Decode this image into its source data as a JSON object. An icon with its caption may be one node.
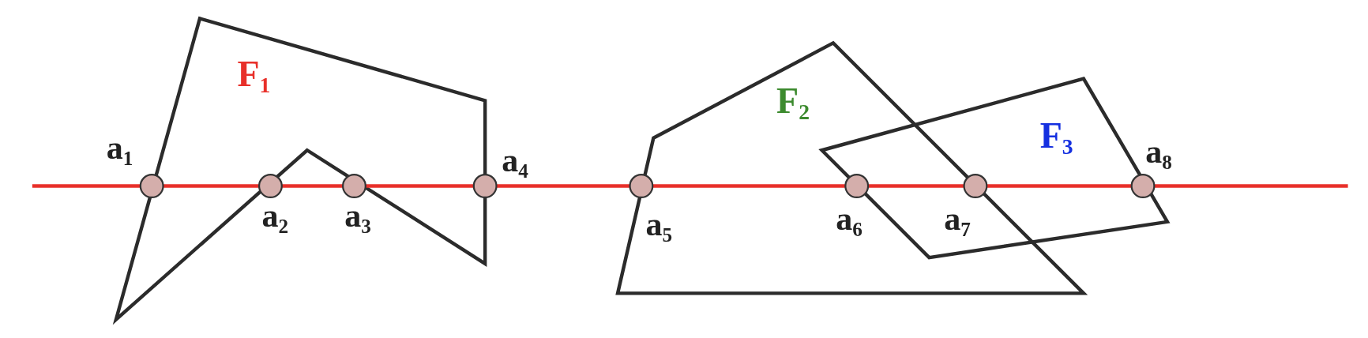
{
  "diagram": {
    "labels": [
      "F$_{1}$",
      "F$_{2}$",
      "F$_{3}$",
      "a$_{1}$",
      "a$_{4}$",
      "a$_{8}$",
      "a$_{2}$",
      "a$_{3}$",
      "a$_{5}$",
      "a$_{6}$",
      "a$_{7}$"
    ]
  }
}
